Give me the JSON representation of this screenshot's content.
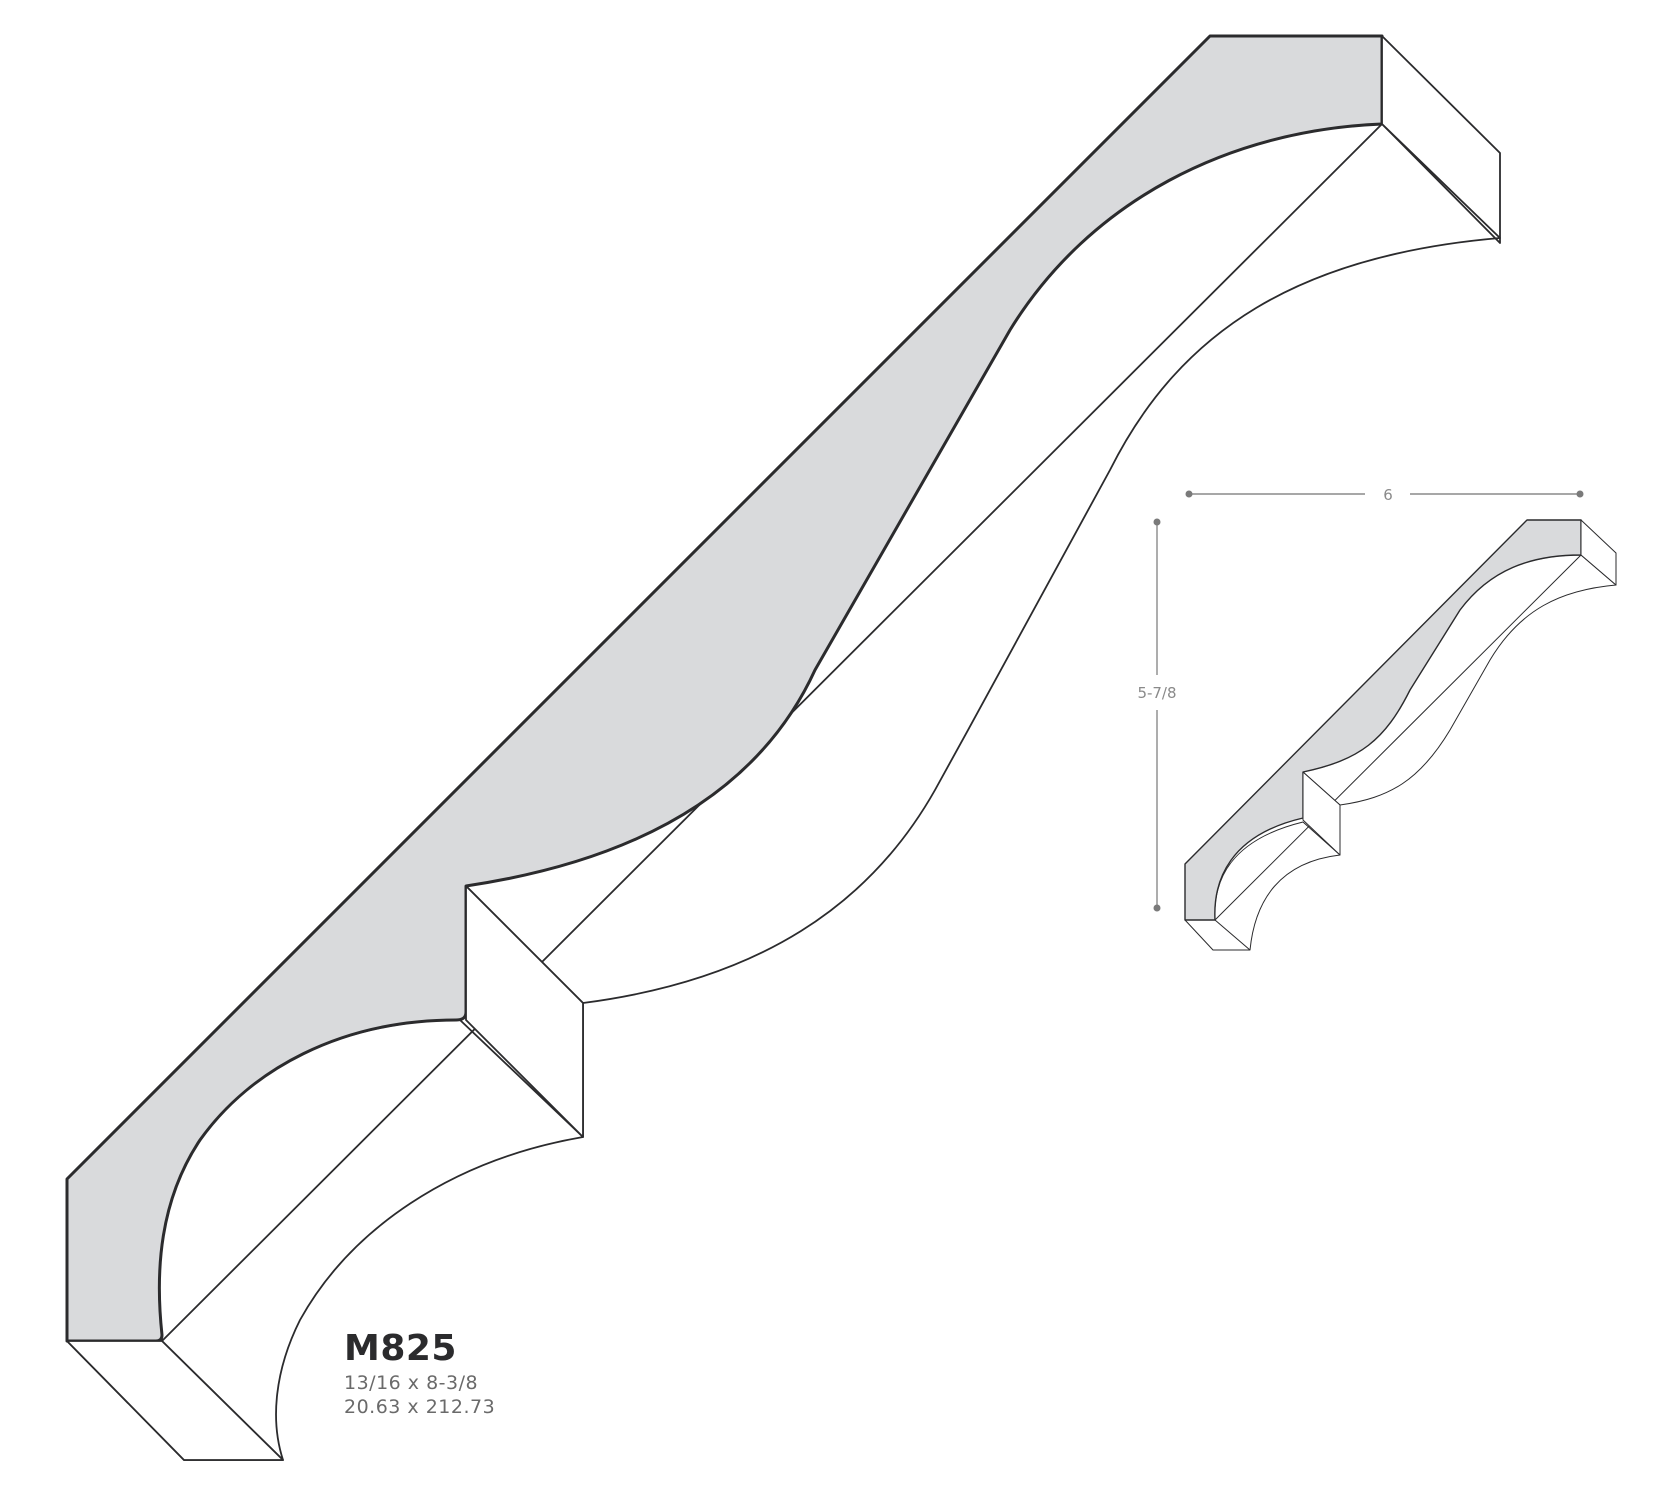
{
  "product": {
    "code": "M825",
    "dimensions_imperial": "13/16 x 8-3/8",
    "dimensions_metric": "20.63 x 212.73"
  },
  "thumbnail": {
    "width_label": "6",
    "height_label": "5-7/8"
  },
  "colors": {
    "profile_face": "#d9dadc",
    "outline": "#2b2b2d",
    "dimension": "#8a8a8a"
  }
}
